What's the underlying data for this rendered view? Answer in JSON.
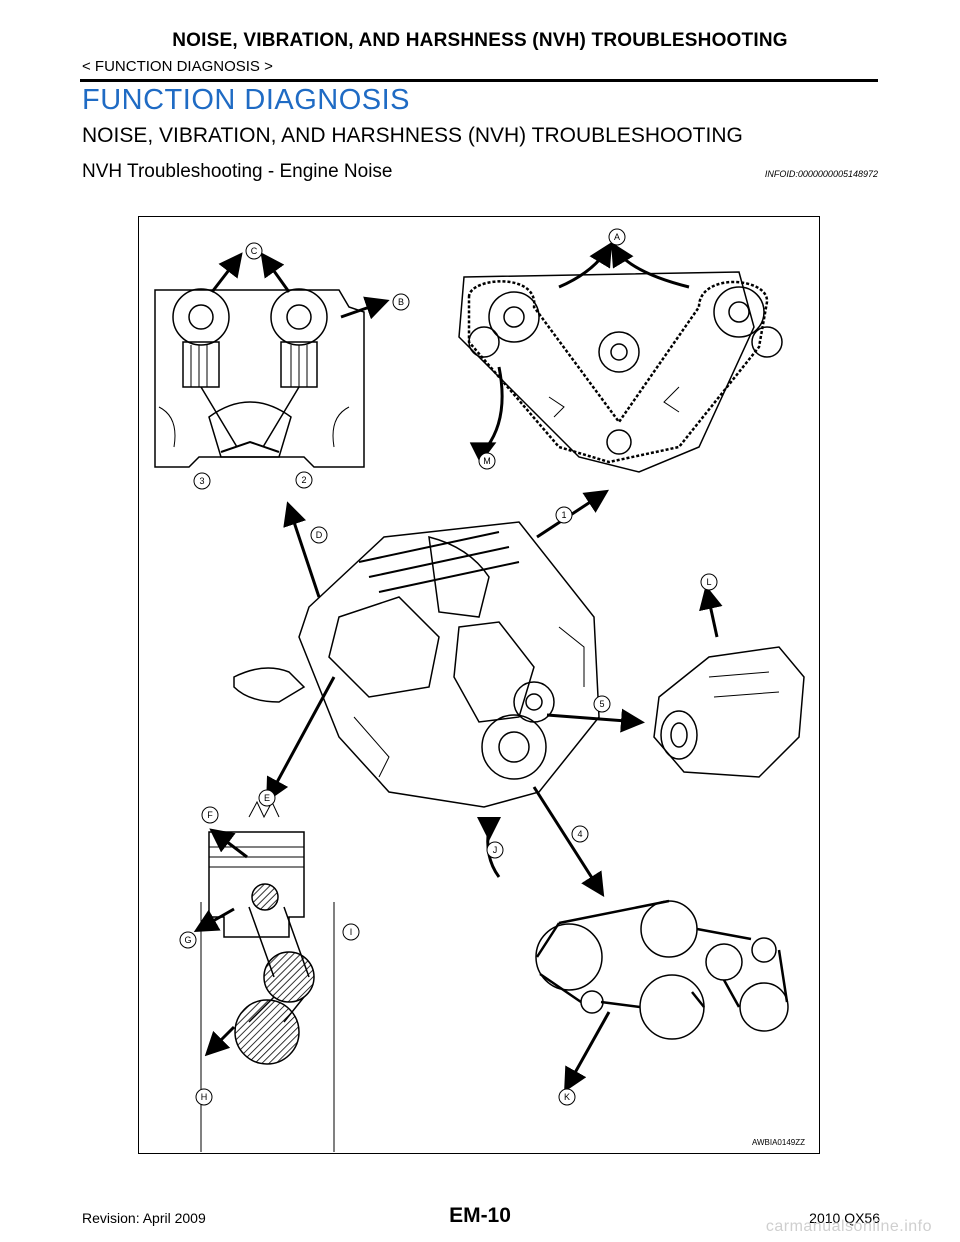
{
  "header": {
    "title": "NOISE, VIBRATION, AND HARSHNESS (NVH) TROUBLESHOOTING",
    "breadcrumb": "< FUNCTION DIAGNOSIS >"
  },
  "section": {
    "title": "FUNCTION DIAGNOSIS",
    "subtitle": "NOISE, VIBRATION, AND HARSHNESS (NVH) TROUBLESHOOTING",
    "topic": "NVH Troubleshooting - Engine Noise",
    "info_id": "INFOID:0000000005148972"
  },
  "figure": {
    "code": "AWBIA0149ZZ",
    "callouts": {
      "A": "A",
      "B": "B",
      "C": "C",
      "D": "D",
      "E": "E",
      "F": "F",
      "G": "G",
      "H": "H",
      "I": "I",
      "J": "J",
      "K": "K",
      "L": "L",
      "M": "M",
      "n1": "1",
      "n2": "2",
      "n3": "3",
      "n4": "4",
      "n5": "5"
    }
  },
  "footer": {
    "revision": "Revision: April 2009",
    "page": "EM-10",
    "model": "2010 QX56",
    "watermark": "carmanualsonline.info"
  }
}
